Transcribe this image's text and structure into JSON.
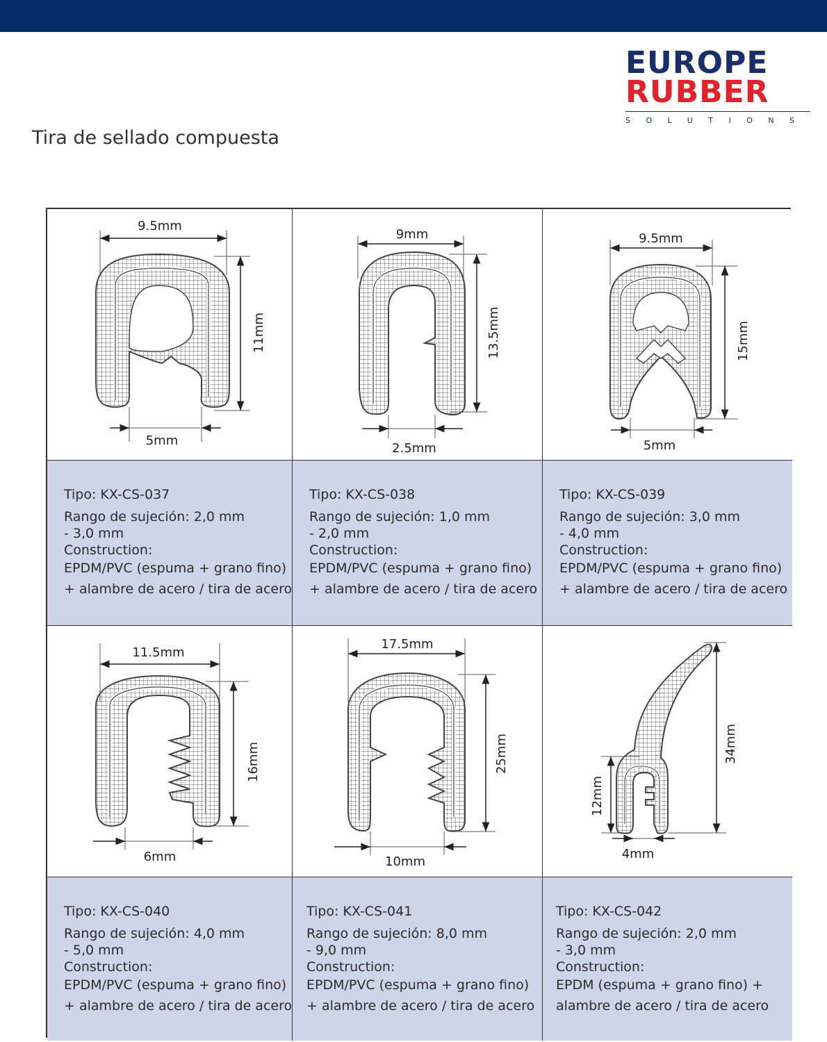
{
  "logo": {
    "line1": "EUROPE",
    "line2": "RUBBER",
    "line3": "SOLUTIONS"
  },
  "title": "Tira de sellado compuesta",
  "products": [
    {
      "tipo": "Tipo: KX-CS-037",
      "rango1": "Rango de sujeción: 2,0 mm",
      "rango2": "- 3,0 mm",
      "cons_label": "Construction:",
      "cons1": "EPDM/PVC (espuma + grano fino)",
      "cons2": "+ alambre de acero / tira de acero",
      "dims": {
        "width": "9.5mm",
        "height": "11mm",
        "opening": "5mm"
      }
    },
    {
      "tipo": "Tipo: KX-CS-038",
      "rango1": "Rango de sujeción: 1,0 mm",
      "rango2": "- 2,0 mm",
      "cons_label": "Construction:",
      "cons1": "EPDM/PVC (espuma + grano fino)",
      "cons2": "+ alambre de acero / tira de acero",
      "dims": {
        "width": "9mm",
        "height": "13.5mm",
        "opening": "2.5mm"
      }
    },
    {
      "tipo": "Tipo: KX-CS-039",
      "rango1": "Rango de sujeción: 3,0 mm",
      "rango2": "- 4,0 mm",
      "cons_label": "Construction:",
      "cons1": "EPDM/PVC (espuma + grano fino)",
      "cons2": "+ alambre de acero / tira de acero",
      "dims": {
        "width": "9.5mm",
        "height": "15mm",
        "opening": "5mm"
      }
    },
    {
      "tipo": "Tipo: KX-CS-040",
      "rango1": "Rango de sujeción: 4,0 mm",
      "rango2": "- 5,0 mm",
      "cons_label": "Construction:",
      "cons1": "EPDM/PVC (espuma + grano fino)",
      "cons2": "+ alambre de acero / tira de acero",
      "dims": {
        "width": "11.5mm",
        "height": "16mm",
        "opening": "6mm"
      }
    },
    {
      "tipo": "Tipo: KX-CS-041",
      "rango1": "Rango de sujeción: 8,0 mm",
      "rango2": "- 9,0 mm",
      "cons_label": "Construction:",
      "cons1": "EPDM/PVC (espuma + grano fino)",
      "cons2": "+ alambre de acero / tira de acero",
      "dims": {
        "width": "17.5mm",
        "height": "25mm",
        "opening": "10mm"
      }
    },
    {
      "tipo": "Tipo: KX-CS-042",
      "rango1": "Rango de sujeción: 2,0 mm",
      "rango2": "- 3,0 mm",
      "cons_label": "Construction:",
      "cons1": "EPDM (espuma + grano fino) +",
      "cons2": "alambre de acero / tira de acero",
      "dims": {
        "height_total": "34mm",
        "height_clip": "12mm",
        "opening": "4mm"
      }
    }
  ]
}
